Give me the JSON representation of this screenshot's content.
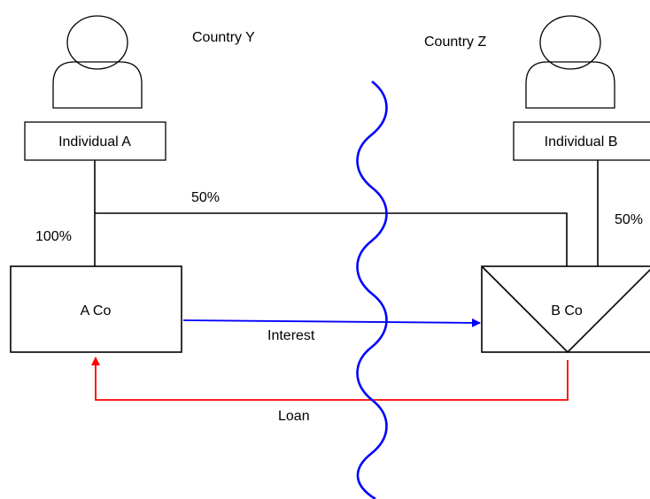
{
  "countries": {
    "left": "Country Y",
    "right": "Country Z"
  },
  "entities": {
    "individual_a": "Individual A",
    "individual_b": "Individual B",
    "a_co": "A Co",
    "b_co": "B Co"
  },
  "ownership": {
    "individual_a_to_a_co": "100%",
    "individual_a_to_b_co": "50%",
    "individual_b_to_b_co": "50%"
  },
  "flows": {
    "interest": "Interest",
    "loan": "Loan"
  },
  "colors": {
    "lines": "#000000",
    "interest_arrow": "#0000ff",
    "loan_arrow": "#ff0000",
    "border_wave": "#0000ff"
  },
  "icons": {
    "person": "person-icon"
  }
}
